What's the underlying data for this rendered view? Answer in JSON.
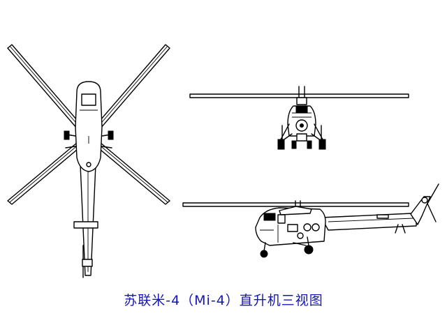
{
  "caption": {
    "text": "苏联米-4（Mi-4）直升机三视图",
    "color": "#1515b5"
  },
  "views": {
    "top": "top-view",
    "front": "front-view",
    "side": "side-view"
  }
}
